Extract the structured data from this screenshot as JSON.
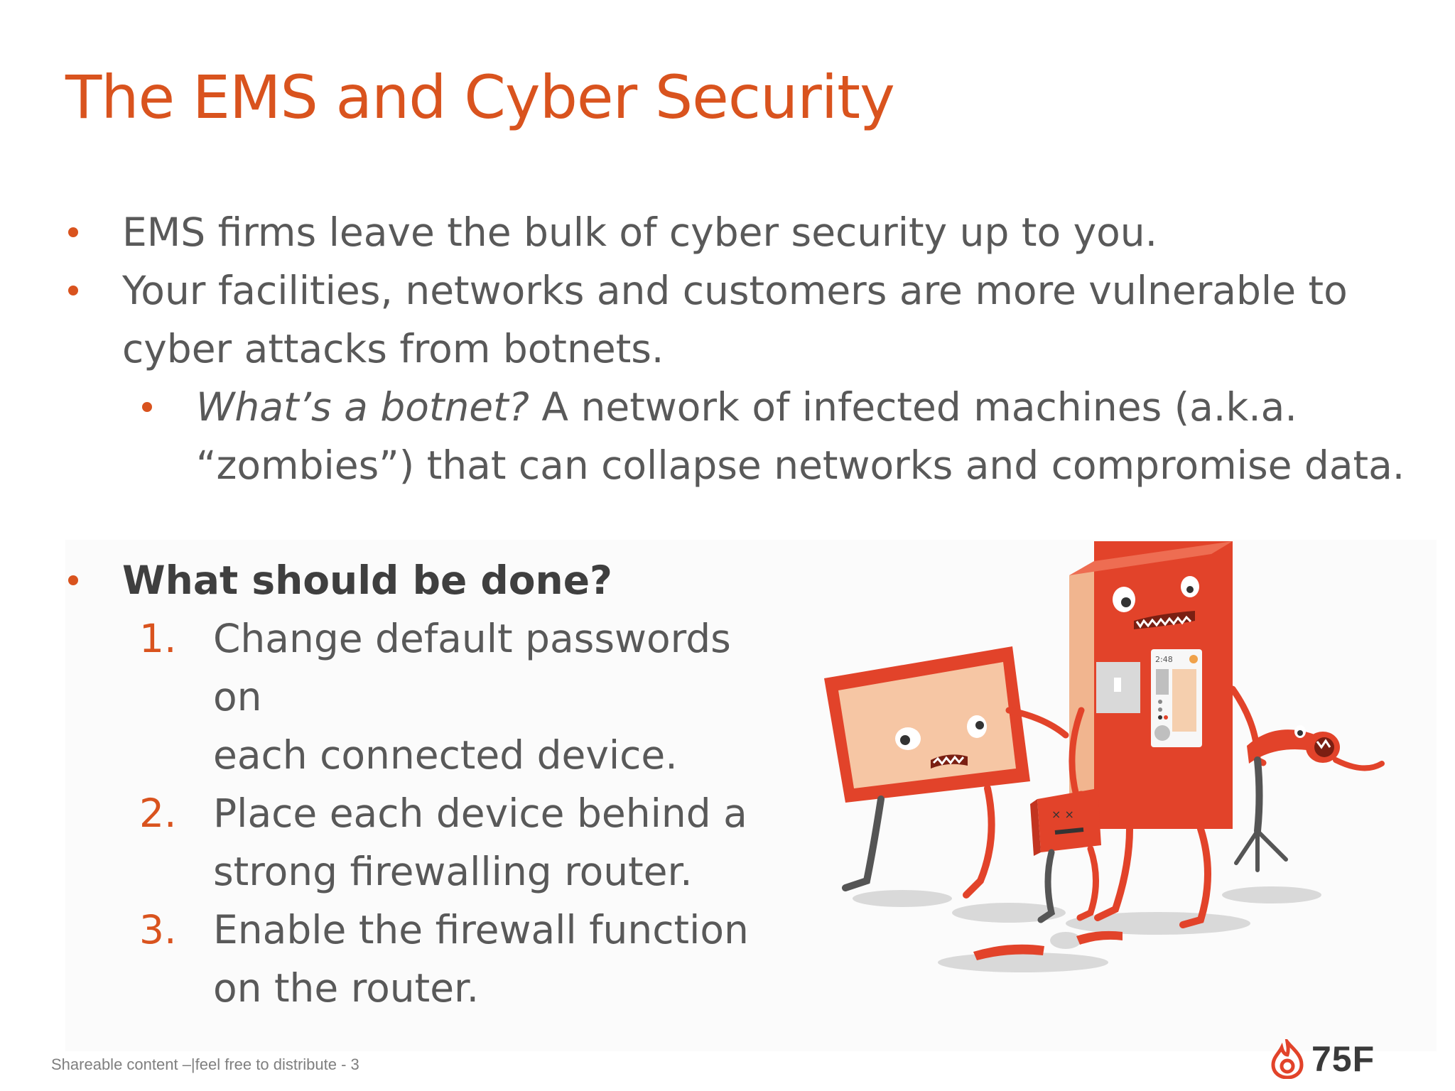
{
  "title": "The EMS and Cyber Security",
  "bullets": {
    "b1": "EMS firms leave the bulk of cyber security up to you.",
    "b2_line1": "Your facilities, networks and customers are more vulnerable to",
    "b2_line2": "cyber attacks from botnets.",
    "sub_italic": "What’s a botnet?",
    "sub_rest": " A network of infected machines (a.k.a.",
    "sub_line2": "“zombies”) that can collapse networks and compromise data.",
    "b3": "What should be done?"
  },
  "steps": [
    {
      "num": "1.",
      "line1": "Change default passwords on",
      "line2": "each connected device."
    },
    {
      "num": "2.",
      "line1": "Place each device behind a",
      "line2": "strong firewalling router."
    },
    {
      "num": "3.",
      "line1": "Enable the firewall function",
      "line2": "on the router."
    }
  ],
  "illustration": {
    "clock_text": "2:48"
  },
  "footer": {
    "text": "Shareable content –|feel free to distribute  - 3",
    "logo_text": "75F"
  },
  "colors": {
    "accent": "#d9531e",
    "text": "#595959",
    "robot_red": "#e2432a",
    "robot_skin": "#f6c6a4"
  }
}
